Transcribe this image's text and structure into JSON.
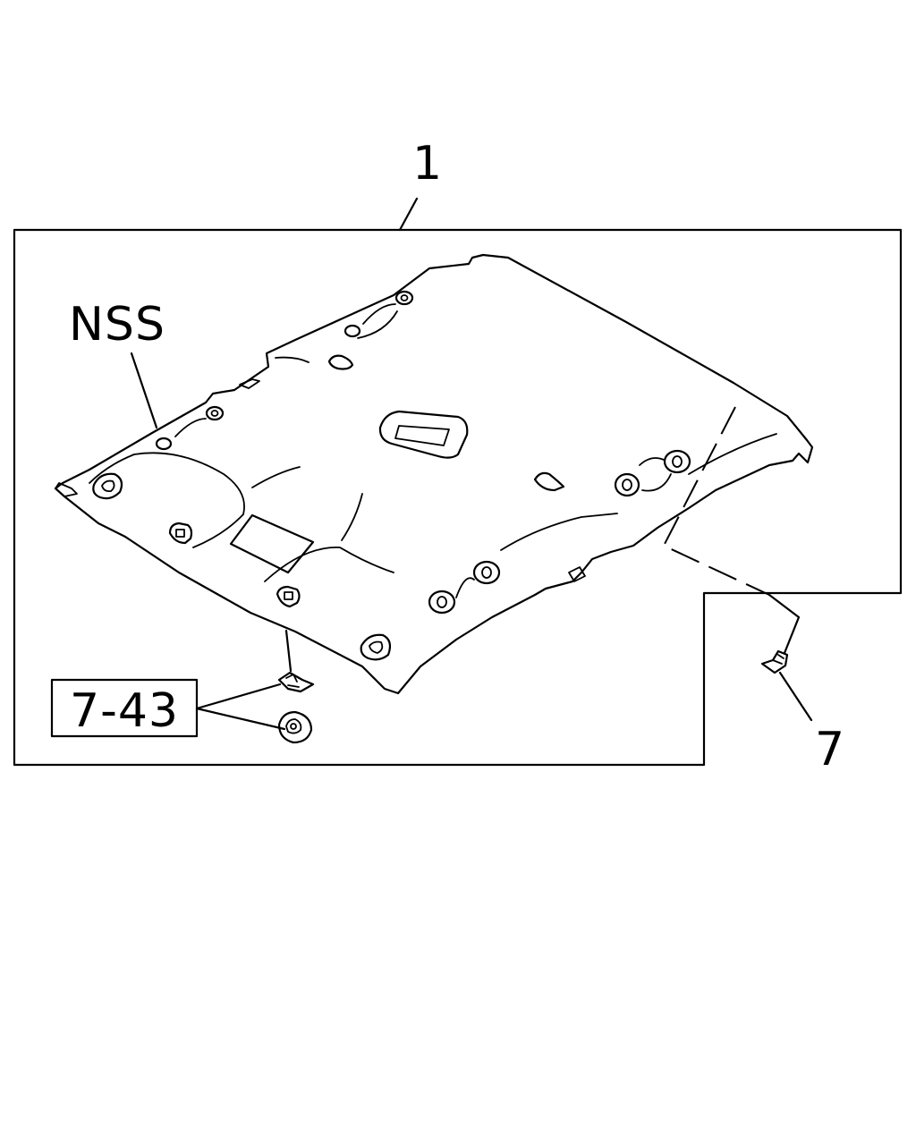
{
  "callouts": {
    "assembly_number": "1",
    "variant_code": "NSS",
    "reference_code": "7-43",
    "part_number": "7"
  },
  "colors": {
    "line": "#000000",
    "background": "#ffffff"
  }
}
